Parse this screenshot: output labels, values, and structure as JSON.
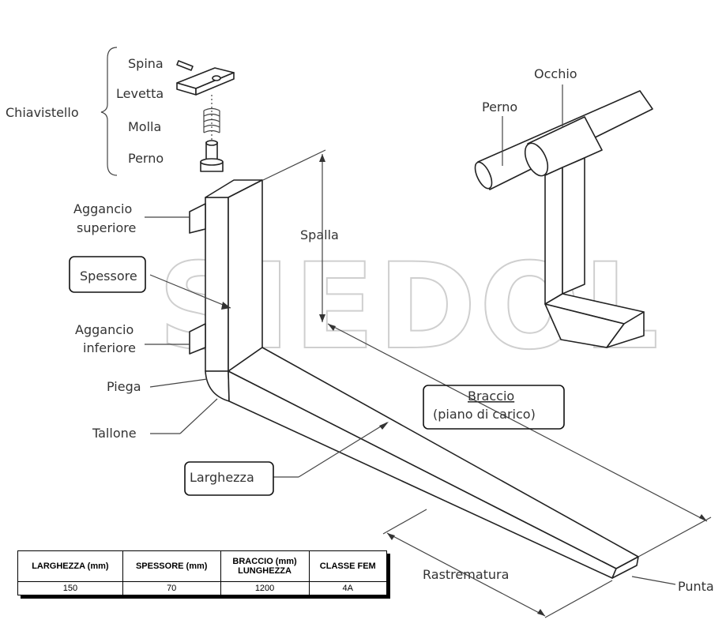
{
  "labels": {
    "chiavistello": "Chiavistello",
    "spina": "Spina",
    "levetta": "Levetta",
    "molla": "Molla",
    "perno_left": "Perno",
    "perno_right": "Perno",
    "occhio": "Occhio",
    "aggancio_superiore_1": "Aggancio",
    "aggancio_superiore_2": "superiore",
    "spalla": "Spalla",
    "spessore": "Spessore",
    "aggancio_inferiore_1": "Aggancio",
    "aggancio_inferiore_2": "inferiore",
    "piega": "Piega",
    "tallone": "Tallone",
    "braccio_1": "Braccio",
    "braccio_2": "(piano di carico)",
    "larghezza": "Larghezza",
    "rastrematura": "Rastrematura",
    "punta": "Punta"
  },
  "watermark": "SIEDOL",
  "table": {
    "headers": [
      "LARGHEZZA (mm)",
      "SPESSORE (mm)",
      "BRACCIO (mm) LUNGHEZZA",
      "CLASSE FEM"
    ],
    "header_lines": [
      [
        "LARGHEZZA (mm)"
      ],
      [
        "SPESSORE (mm)"
      ],
      [
        "BRACCIO (mm)",
        "LUNGHEZZA"
      ],
      [
        "CLASSE FEM"
      ]
    ],
    "row": [
      "150",
      "70",
      "1200",
      "4A"
    ]
  }
}
